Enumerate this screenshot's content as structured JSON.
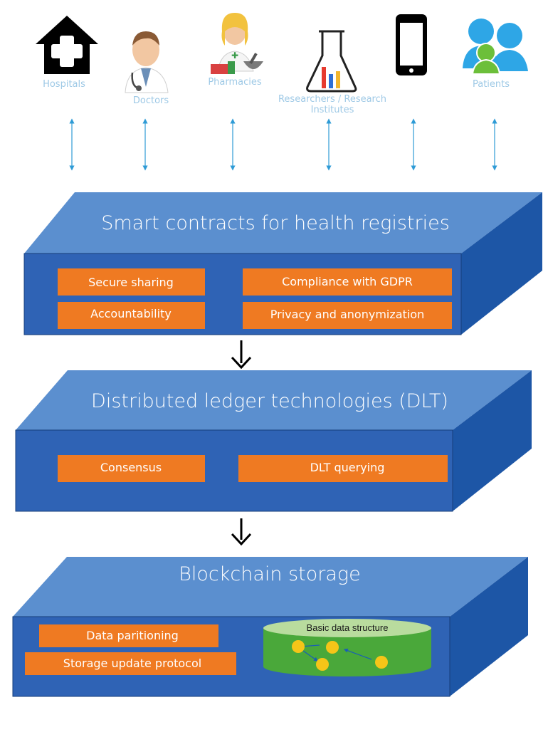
{
  "actors": [
    {
      "id": "hospitals",
      "label": "Hospitals",
      "label2": "",
      "icon": "hospital-icon"
    },
    {
      "id": "doctors",
      "label": "Doctors",
      "label2": "",
      "icon": "doctor-icon"
    },
    {
      "id": "pharmacies",
      "label": "Pharmacies",
      "label2": "",
      "icon": "pharmacist-icon"
    },
    {
      "id": "researchers",
      "label": "Researchers / Research",
      "label2": "Institutes",
      "icon": "lab-flask-icon"
    },
    {
      "id": "mobile",
      "label": "",
      "label2": "",
      "icon": "smartphone-icon"
    },
    {
      "id": "patients",
      "label": "Patients",
      "label2": "",
      "icon": "patients-group-icon"
    }
  ],
  "layers": {
    "smart_contracts": {
      "title": "Smart contracts for health registries",
      "chips": [
        "Secure sharing",
        "Compliance with GDPR",
        "Accountability",
        "Privacy and anonymization"
      ]
    },
    "dlt": {
      "title": "Distributed ledger technologies (DLT)",
      "chips": [
        "Consensus",
        "DLT querying"
      ]
    },
    "storage": {
      "title": "Blockchain storage",
      "chips": [
        "Data paritioning",
        "Storage update protocol"
      ],
      "data_structure_label": "Basic data structure"
    }
  },
  "colors": {
    "slab_top": "#5b8fcf",
    "slab_front": "#2f63b5",
    "slab_side": "#1d56a6",
    "chip": "#ef7a22",
    "connector": "#2e9bd6",
    "cylinder_body": "#4aa83a",
    "cylinder_top": "#b9dc9e",
    "node": "#f5c518"
  }
}
